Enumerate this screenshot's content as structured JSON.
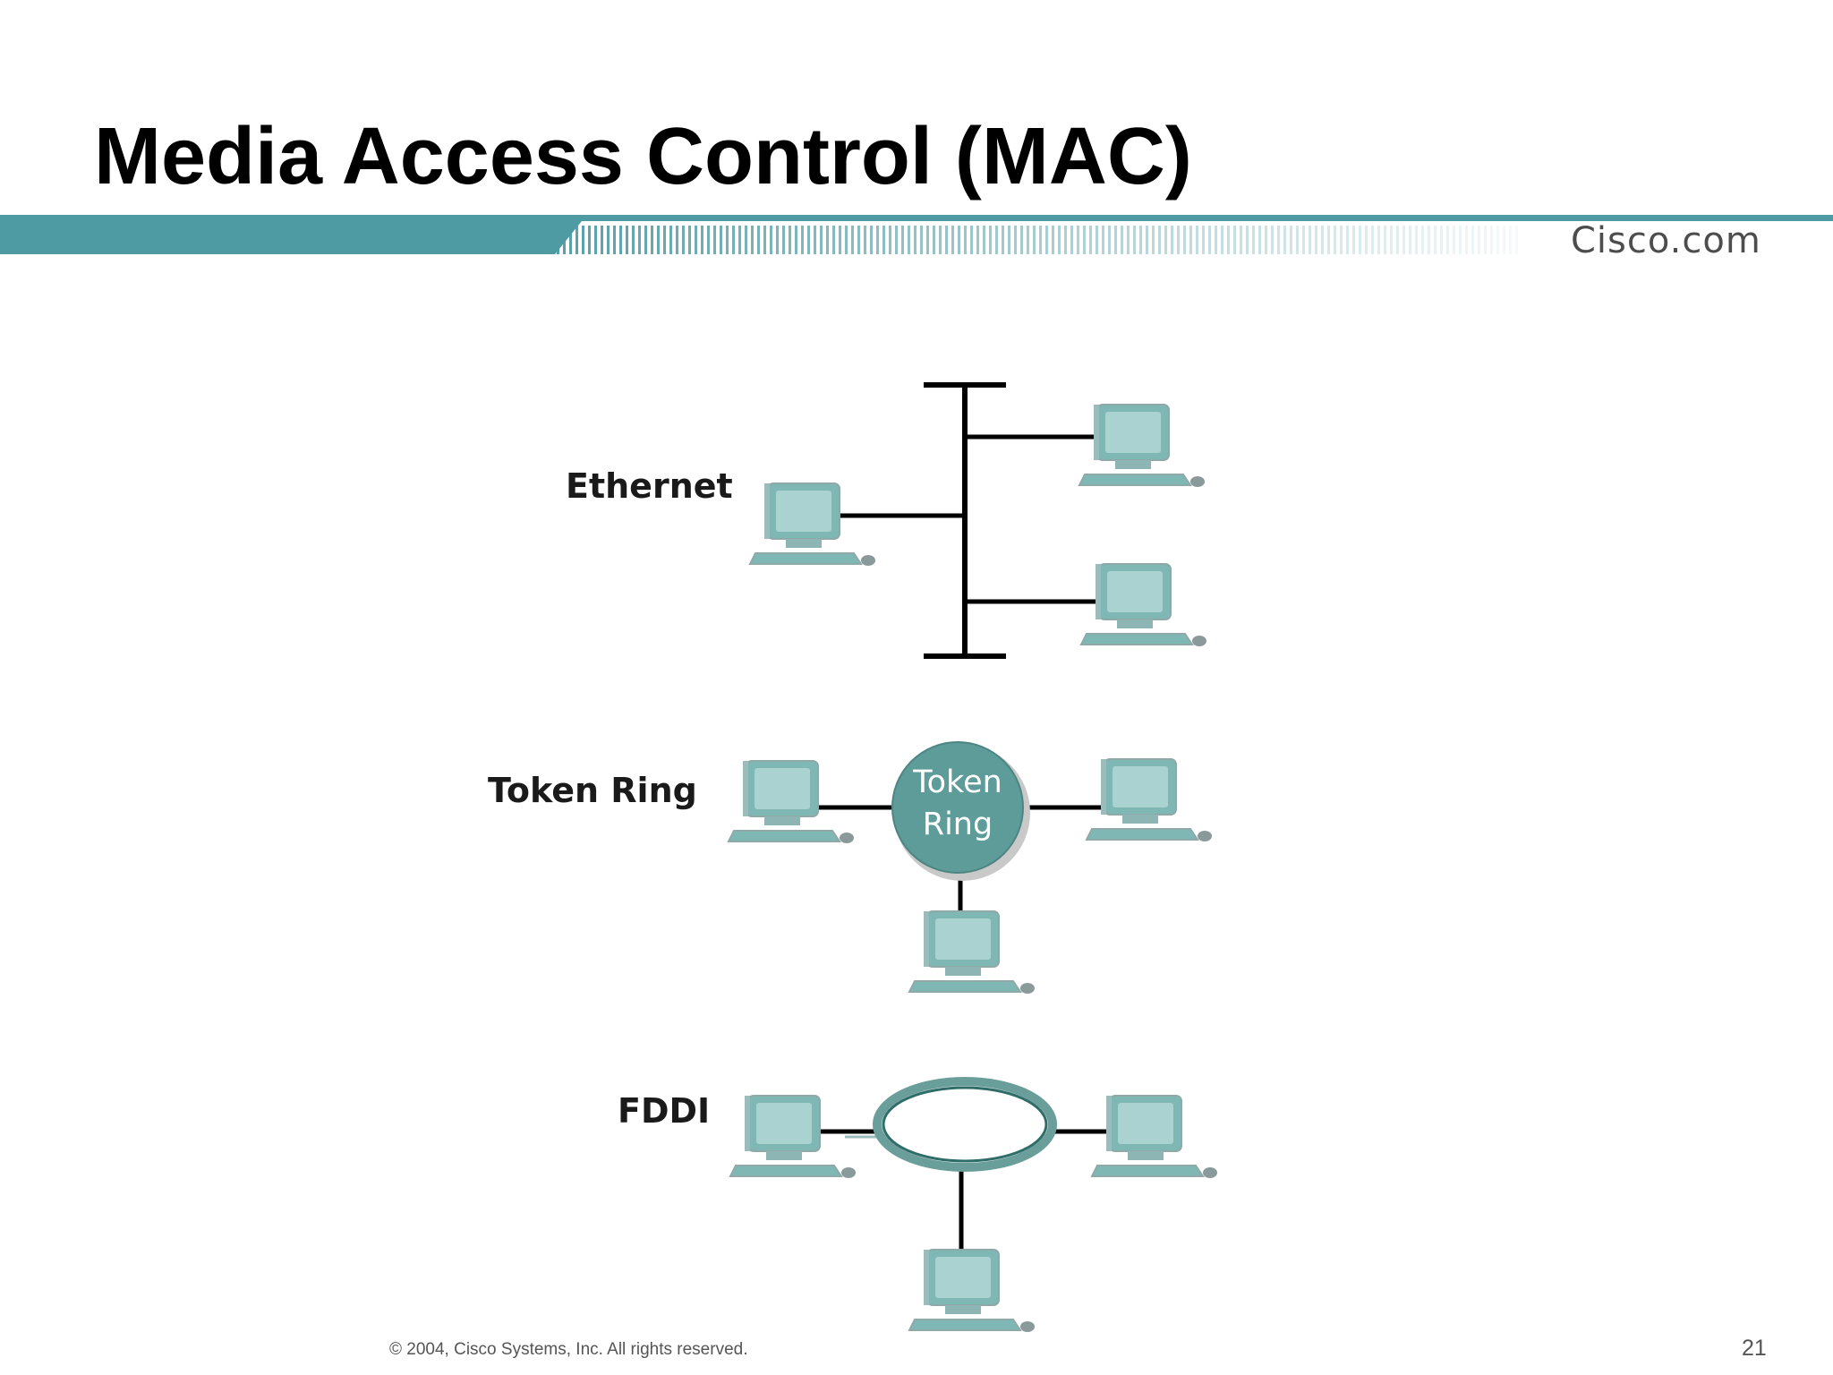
{
  "slide": {
    "title": "Media Access Control (MAC)",
    "brand": "Cisco.com",
    "footer": "© 2004, Cisco Systems, Inc. All rights reserved.",
    "page_number": "21"
  },
  "colors": {
    "accent": "#4f9ba3",
    "device": "#7fb7b5",
    "ring_fill": "#5e9c99",
    "link": "#000000"
  },
  "diagram": {
    "ethernet": {
      "label": "Ethernet"
    },
    "token_ring": {
      "label": "Token Ring",
      "ring_label_line1": "Token",
      "ring_label_line2": "Ring"
    },
    "fddi": {
      "label": "FDDI"
    }
  }
}
